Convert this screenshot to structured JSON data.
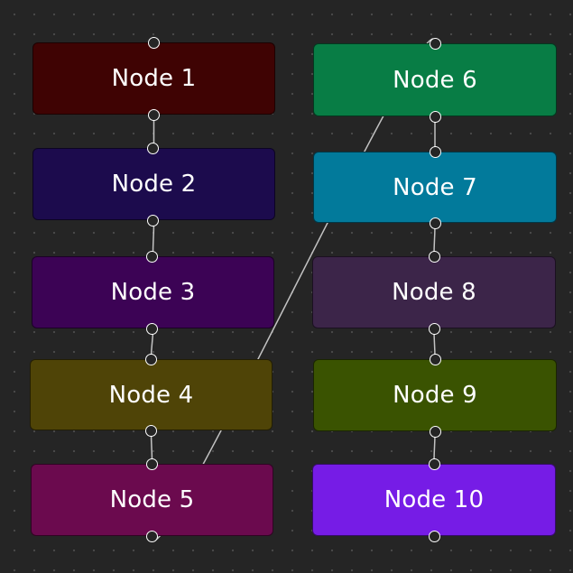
{
  "nodes": [
    {
      "id": "n1",
      "label": "Node 1",
      "color": "#3f0303"
    },
    {
      "id": "n2",
      "label": "Node 2",
      "color": "#1c0b4d"
    },
    {
      "id": "n3",
      "label": "Node 3",
      "color": "#3c0355"
    },
    {
      "id": "n4",
      "label": "Node 4",
      "color": "#4f4407"
    },
    {
      "id": "n5",
      "label": "Node 5",
      "color": "#6b0a4e"
    },
    {
      "id": "n6",
      "label": "Node 6",
      "color": "#087d45"
    },
    {
      "id": "n7",
      "label": "Node 7",
      "color": "#027a9b"
    },
    {
      "id": "n8",
      "label": "Node 8",
      "color": "#3c2549"
    },
    {
      "id": "n9",
      "label": "Node 9",
      "color": "#3a5301"
    },
    {
      "id": "n10",
      "label": "Node 10",
      "color": "#761ce6"
    }
  ],
  "edges": [
    {
      "from": "n1",
      "to": "n2"
    },
    {
      "from": "n2",
      "to": "n3"
    },
    {
      "from": "n3",
      "to": "n4"
    },
    {
      "from": "n4",
      "to": "n5"
    },
    {
      "from": "n5",
      "to": "n6"
    },
    {
      "from": "n6",
      "to": "n7"
    },
    {
      "from": "n7",
      "to": "n8"
    },
    {
      "from": "n8",
      "to": "n9"
    },
    {
      "from": "n9",
      "to": "n10"
    }
  ],
  "wire_color": "#c2c2c2",
  "port_color": "#ffffff",
  "background_color": "#252525"
}
